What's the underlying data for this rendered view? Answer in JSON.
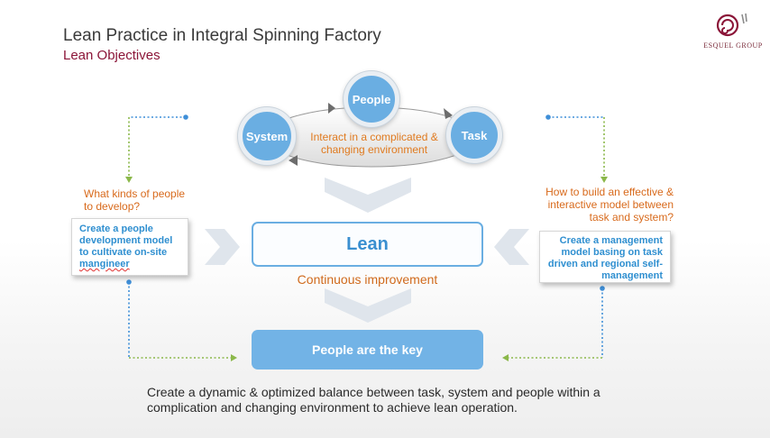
{
  "header": {
    "title": "Lean Practice in Integral Spinning Factory",
    "subtitle": "Lean Objectives",
    "brand": "ESQUEL GROUP"
  },
  "cycle": {
    "people": "People",
    "system": "System",
    "task": "Task",
    "center_text": "Interact in a complicated & changing environment"
  },
  "lean": {
    "label": "Lean",
    "caption": "Continuous improvement"
  },
  "key": {
    "label": "People are the key"
  },
  "left": {
    "question": "What kinds of people to develop?",
    "note_main": "Create a people development model to cultivate on-site",
    "note_last": "mangineer"
  },
  "right": {
    "question": "How to build an effective & interactive model between task and system?",
    "note": "Create a management model basing on task driven and regional self-management"
  },
  "footer": {
    "text": "Create a dynamic & optimized balance between task, system and people within a complication and changing environment to achieve lean operation."
  },
  "colors": {
    "accent_blue": "#6aaee2",
    "orange_text": "#e07a1f",
    "brand_maroon": "#8b1538",
    "chevron_gray": "#dfe5ec",
    "connector_green": "#8bb84a"
  }
}
